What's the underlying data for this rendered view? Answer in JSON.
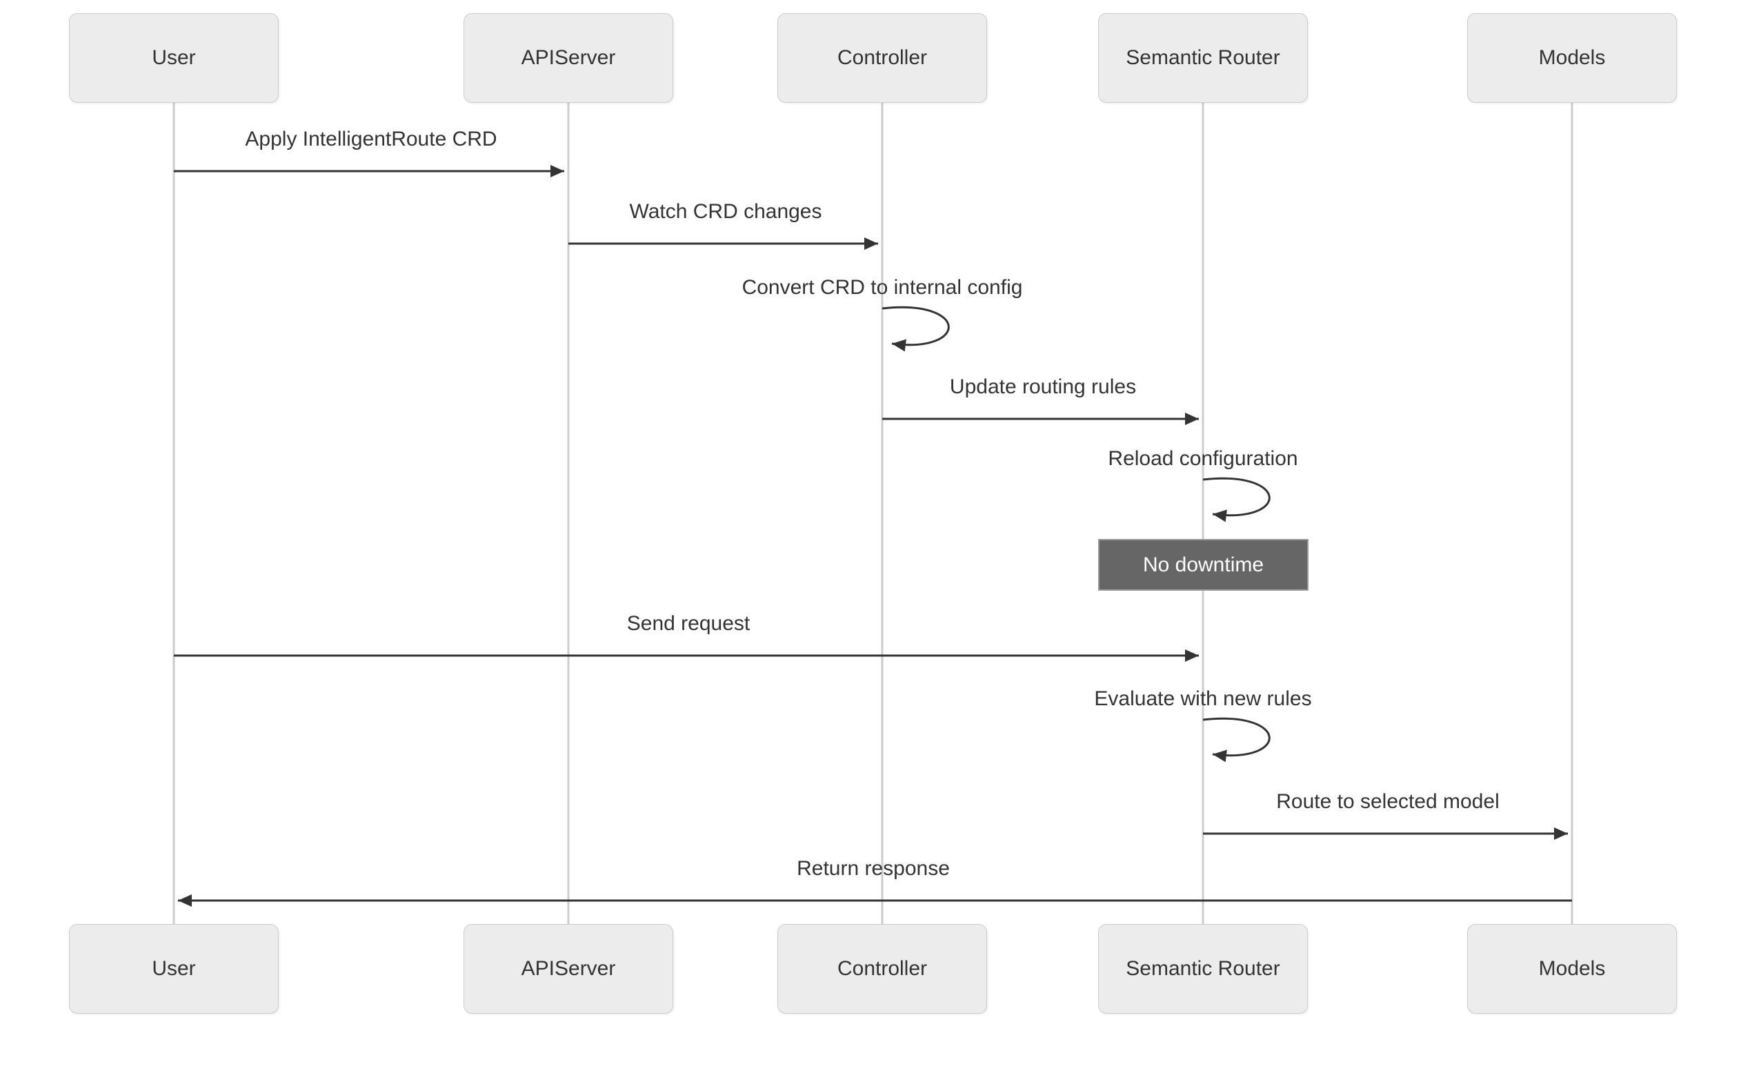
{
  "diagram": {
    "type": "sequence-diagram",
    "actors": [
      "User",
      "APIServer",
      "Controller",
      "Semantic Router",
      "Models"
    ],
    "messages": [
      {
        "from": "User",
        "to": "APIServer",
        "label": "Apply IntelligentRoute CRD",
        "kind": "solid-arrow"
      },
      {
        "from": "APIServer",
        "to": "Controller",
        "label": "Watch CRD changes",
        "kind": "solid-arrow"
      },
      {
        "from": "Controller",
        "to": "Controller",
        "label": "Convert CRD to internal config",
        "kind": "self-loop"
      },
      {
        "from": "Controller",
        "to": "Semantic Router",
        "label": "Update routing rules",
        "kind": "solid-arrow"
      },
      {
        "from": "Semantic Router",
        "to": "Semantic Router",
        "label": "Reload configuration",
        "kind": "self-loop"
      },
      {
        "from": "User",
        "to": "Semantic Router",
        "label": "Send request",
        "kind": "solid-arrow"
      },
      {
        "from": "Semantic Router",
        "to": "Semantic Router",
        "label": "Evaluate with new rules",
        "kind": "self-loop"
      },
      {
        "from": "Semantic Router",
        "to": "Models",
        "label": "Route to selected model",
        "kind": "solid-arrow"
      },
      {
        "from": "Models",
        "to": "User",
        "label": "Return response",
        "kind": "solid-arrow"
      }
    ],
    "note": {
      "text": "No downtime",
      "over": "Semantic Router"
    },
    "colors": {
      "background": "#ffffff",
      "actor_fill": "#ececec",
      "actor_border": "#cccccc",
      "lifeline": "#cccccc",
      "message_line": "#333333",
      "text": "#333333",
      "note_fill": "#666666",
      "note_border": "#999999",
      "note_text": "#ffffff"
    }
  }
}
